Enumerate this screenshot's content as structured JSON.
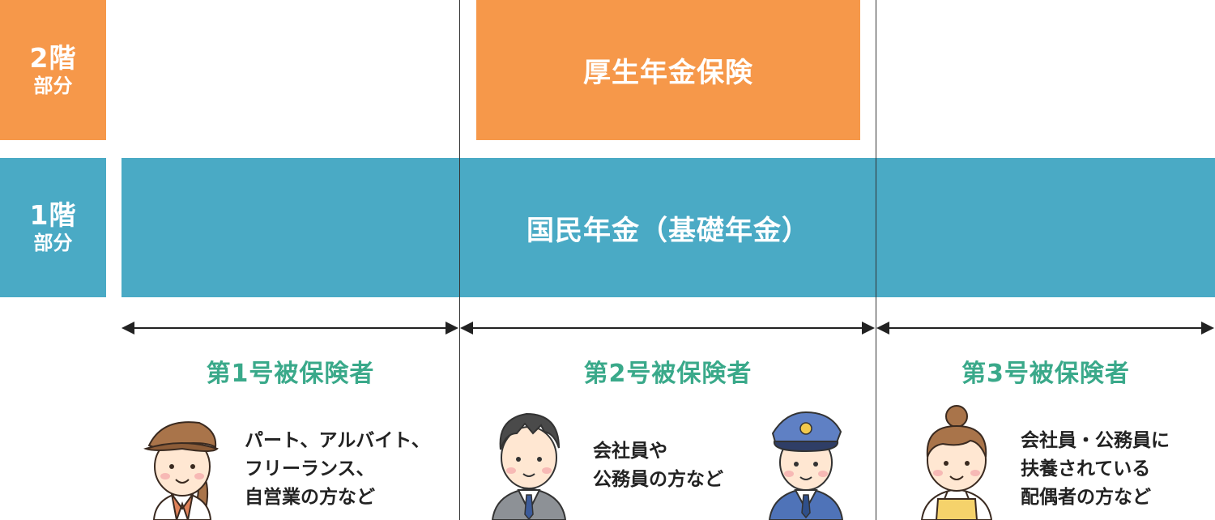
{
  "tiers": {
    "second": {
      "floor": "2階",
      "part": "部分",
      "band_label": "厚生年金保険"
    },
    "first": {
      "floor": "1階",
      "part": "部分",
      "band_label": "国民年金（基礎年金）"
    }
  },
  "categories": [
    {
      "title": "第1号被保険者",
      "lines": [
        "パート、アルバイト、",
        "フリーランス、",
        "自営業の方など"
      ]
    },
    {
      "title": "第2号被保険者",
      "lines": [
        "会社員や",
        "公務員の方など"
      ]
    },
    {
      "title": "第3号被保険者",
      "lines": [
        "会社員・公務員に",
        "扶養されている",
        "配偶者の方など"
      ]
    }
  ],
  "colors": {
    "orange": "#f6984a",
    "blue": "#4aaac5",
    "green": "#3aa98a"
  }
}
